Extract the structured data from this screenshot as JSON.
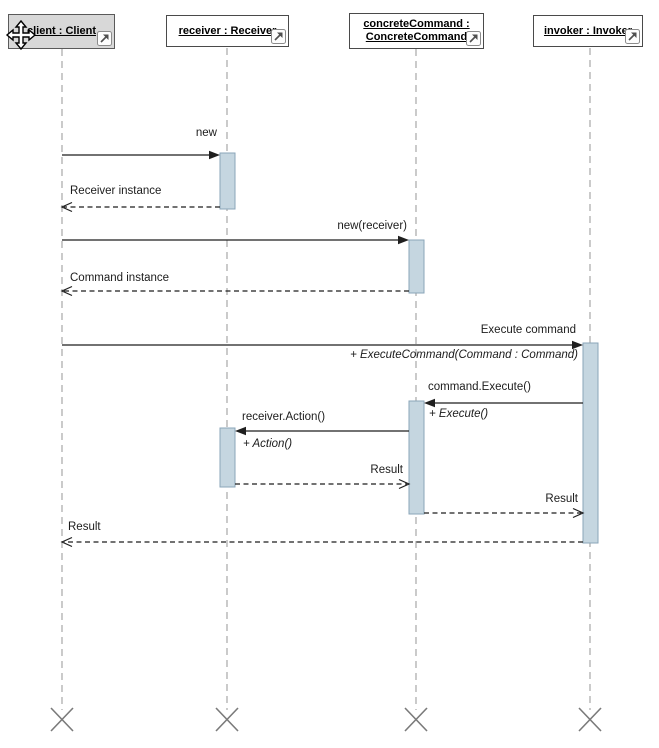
{
  "diagram_type": "uml-sequence-diagram",
  "lifelines": [
    {
      "id": "client",
      "label": "client : Client",
      "selected": true
    },
    {
      "id": "receiver",
      "label": "receiver : Receiver",
      "selected": false
    },
    {
      "id": "concreteCommand",
      "label": "concreteCommand : ConcreteCommand",
      "selected": false
    },
    {
      "id": "invoker",
      "label": "invoker : Invoker",
      "selected": false
    }
  ],
  "messages": [
    {
      "label": "new",
      "from": "client",
      "to": "receiver",
      "kind": "create"
    },
    {
      "label": "Receiver instance",
      "from": "receiver",
      "to": "client",
      "kind": "return"
    },
    {
      "label": "new(receiver)",
      "from": "client",
      "to": "concreteCommand",
      "kind": "create"
    },
    {
      "label": "Command instance",
      "from": "concreteCommand",
      "to": "client",
      "kind": "return"
    },
    {
      "label": "Execute command",
      "operation": "+ ExecuteCommand(Command : Command)",
      "from": "client",
      "to": "invoker",
      "kind": "sync"
    },
    {
      "label": "command.Execute()",
      "operation": "+ Execute()",
      "from": "invoker",
      "to": "concreteCommand",
      "kind": "sync"
    },
    {
      "label": "receiver.Action()",
      "operation": "+ Action()",
      "from": "concreteCommand",
      "to": "receiver",
      "kind": "sync"
    },
    {
      "label": "Result",
      "from": "receiver",
      "to": "concreteCommand",
      "kind": "return"
    },
    {
      "label": "Result",
      "from": "concreteCommand",
      "to": "invoker",
      "kind": "return"
    },
    {
      "label": "Result",
      "from": "invoker",
      "to": "client",
      "kind": "return"
    }
  ],
  "icons": {
    "expand_indicator": "↗",
    "move_cursor": "✥"
  },
  "colors": {
    "activation_fill": "#c5d6e0",
    "activation_border": "#8aa5b8",
    "lifeline_color": "#a8a8a8",
    "arrow_color": "#1f1f1f",
    "destruction_color": "#7a7a7a",
    "head_border": "#4a4a4a",
    "head_fill": "#ffffff",
    "selected_head_fill": "#d8d8d8"
  }
}
